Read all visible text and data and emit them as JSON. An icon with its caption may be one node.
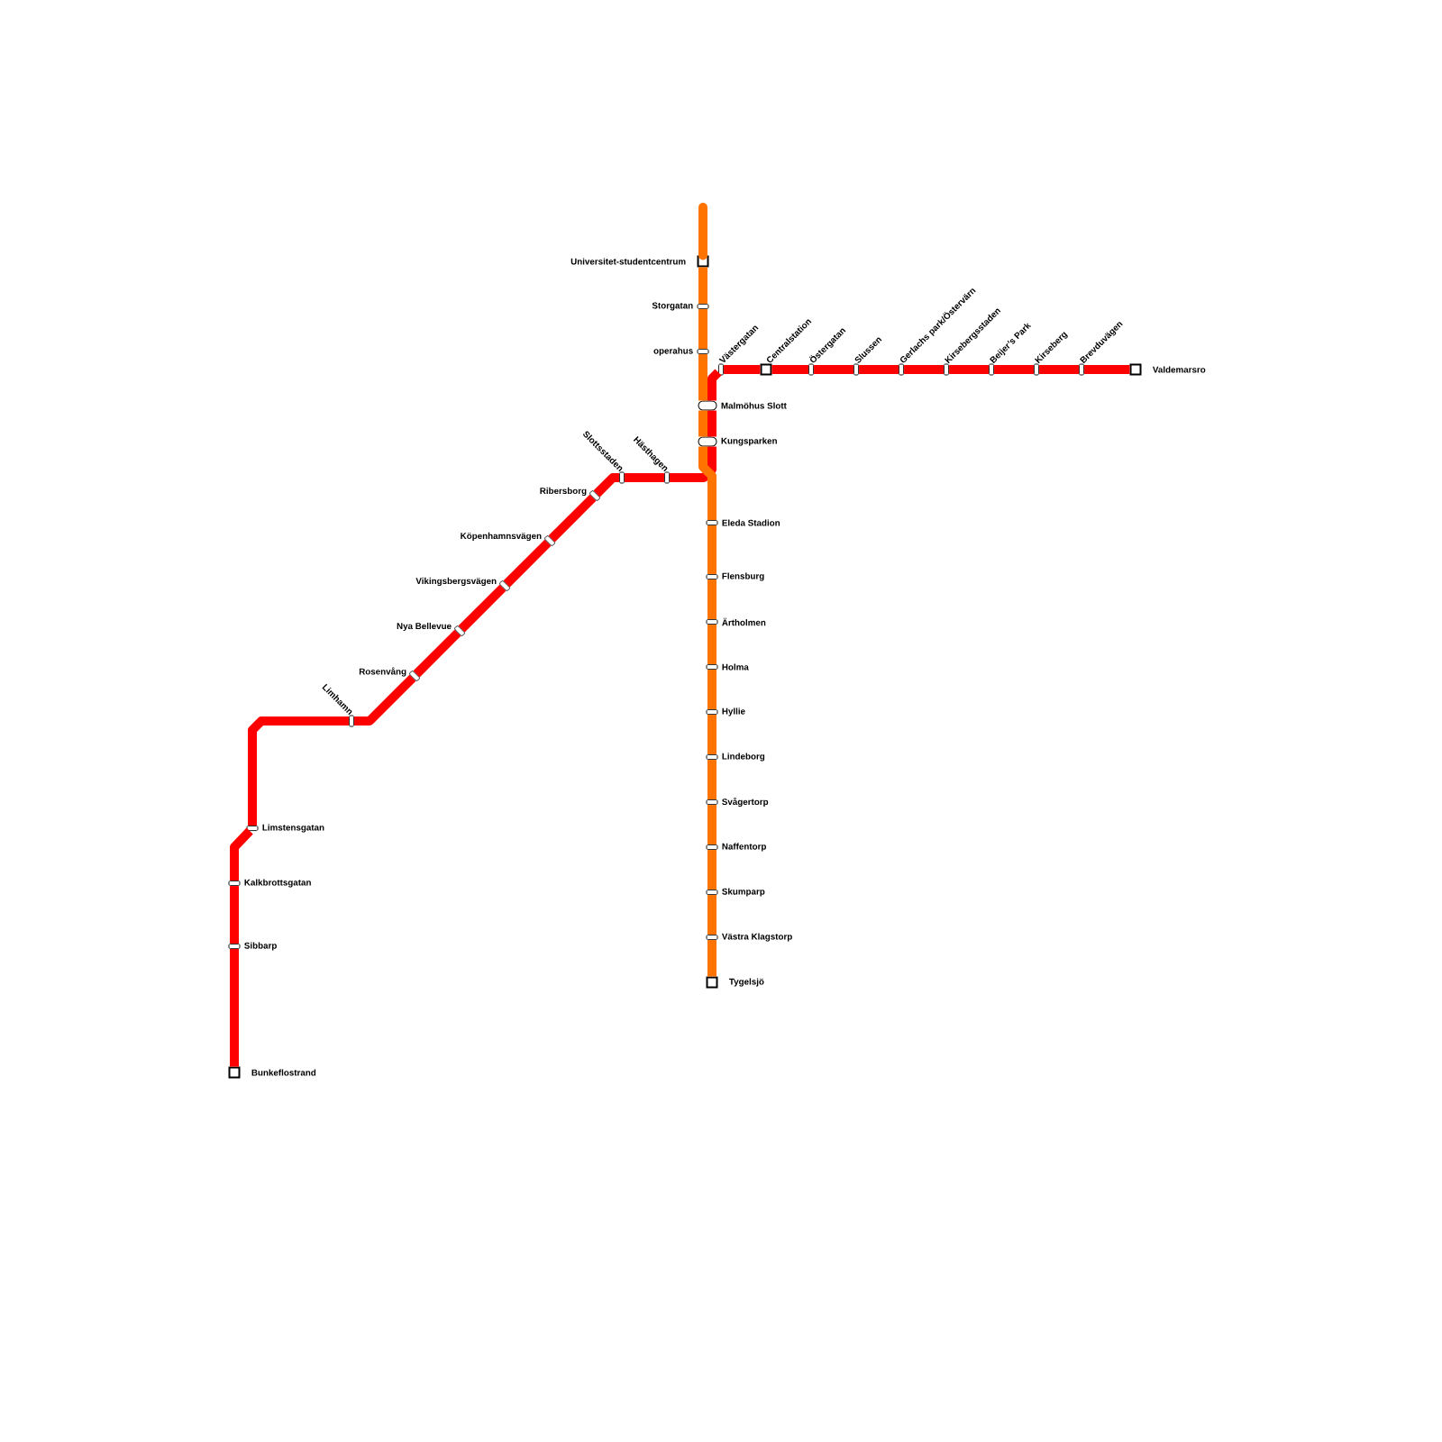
{
  "diagram": {
    "nodes": [
      {
        "text": [],
        "shape": "square",
        "beside": [
          "Universitet-studentcentrum"
        ]
      },
      {
        "text": [],
        "shape": "box",
        "beside": [
          "Storgatan"
        ]
      },
      {
        "text": [],
        "shape": "box",
        "beside": [
          "operahus"
        ]
      },
      {
        "text": [],
        "shape": "box",
        "beside": [
          "Västergatan"
        ]
      },
      {
        "text": [],
        "shape": "square",
        "beside": [
          "Centralstation"
        ]
      },
      {
        "text": [],
        "shape": "box",
        "beside": [
          "Östergatan"
        ]
      },
      {
        "text": [],
        "shape": "box",
        "beside": [
          "Slussen"
        ]
      },
      {
        "text": [],
        "shape": "box",
        "beside": [
          "Gerlachs park/Östervärn"
        ]
      },
      {
        "text": [],
        "shape": "box",
        "beside": [
          "Kirsebergsstaden"
        ]
      },
      {
        "text": [],
        "shape": "box",
        "beside": [
          "Beijer’s Park"
        ]
      },
      {
        "text": [],
        "shape": "box",
        "beside": [
          "Kirseberg"
        ]
      },
      {
        "text": [],
        "shape": "box",
        "beside": [
          "Brevduvägen"
        ]
      },
      {
        "text": [],
        "shape": "square",
        "beside": [
          "Valdemarsro"
        ]
      },
      {
        "text": [],
        "shape": "capsule",
        "beside": [
          "Malmöhus Slott"
        ]
      },
      {
        "text": [],
        "shape": "capsule",
        "beside": [
          "Kungsparken"
        ]
      },
      {
        "text": [],
        "shape": "box",
        "beside": [
          "Slottsstaden"
        ]
      },
      {
        "text": [],
        "shape": "box",
        "beside": [
          "Hästhagen"
        ]
      },
      {
        "text": [],
        "shape": "box",
        "beside": [
          "Ribersborg"
        ]
      },
      {
        "text": [],
        "shape": "box",
        "beside": [
          "Köpenhamnsvägen"
        ]
      },
      {
        "text": [],
        "shape": "box",
        "beside": [
          "Vikingsbergsvägen"
        ]
      },
      {
        "text": [],
        "shape": "box",
        "beside": [
          "Nya Bellevue"
        ]
      },
      {
        "text": [],
        "shape": "box",
        "beside": [
          "Rosenvång"
        ]
      },
      {
        "text": [],
        "shape": "box",
        "beside": [
          "Eleda Stadion"
        ]
      },
      {
        "text": [],
        "shape": "box",
        "beside": [
          "Flensburg"
        ]
      },
      {
        "text": [],
        "shape": "box",
        "beside": [
          "Ärtholmen"
        ]
      },
      {
        "text": [],
        "shape": "box",
        "beside": [
          "Holma"
        ]
      },
      {
        "text": [],
        "shape": "box",
        "beside": [
          "Hyllie"
        ]
      },
      {
        "text": [],
        "shape": "box",
        "beside": [
          "Limhamn"
        ]
      },
      {
        "text": [],
        "shape": "box",
        "beside": [
          "Lindeborg"
        ]
      },
      {
        "text": [],
        "shape": "box",
        "beside": [
          "Svågertorp"
        ]
      },
      {
        "text": [],
        "shape": "box",
        "beside": [
          "Limstensgatan"
        ]
      },
      {
        "text": [],
        "shape": "box",
        "beside": [
          "Naffentorp"
        ]
      },
      {
        "text": [],
        "shape": "box",
        "beside": [
          "Kalkbrottsgatan"
        ]
      },
      {
        "text": [],
        "shape": "box",
        "beside": [
          "Skumparp"
        ]
      },
      {
        "text": [],
        "shape": "box",
        "beside": [
          "Västra Klagstorp"
        ]
      },
      {
        "text": [],
        "shape": "box",
        "beside": [
          "Sibbarp"
        ]
      },
      {
        "text": [],
        "shape": "square",
        "beside": [
          "Tygelsjö"
        ]
      },
      {
        "text": [],
        "shape": "square",
        "beside": [
          "Bunkeflostrand"
        ]
      }
    ],
    "edges": [
      {
        "from": 37,
        "to": 35,
        "arrow": "none"
      },
      {
        "from": 35,
        "to": 32,
        "arrow": "none"
      },
      {
        "from": 32,
        "to": 30,
        "arrow": "none"
      },
      {
        "from": 30,
        "to": 27,
        "arrow": "none"
      },
      {
        "from": 27,
        "to": 21,
        "arrow": "none"
      },
      {
        "from": 21,
        "to": 20,
        "arrow": "none"
      },
      {
        "from": 20,
        "to": 19,
        "arrow": "none"
      },
      {
        "from": 19,
        "to": 18,
        "arrow": "none"
      },
      {
        "from": 18,
        "to": 17,
        "arrow": "none"
      },
      {
        "from": 17,
        "to": 15,
        "arrow": "none"
      },
      {
        "from": 15,
        "to": 16,
        "arrow": "none"
      },
      {
        "from": 16,
        "to": 14,
        "arrow": "none"
      },
      {
        "from": 14,
        "to": 13,
        "arrow": "none"
      },
      {
        "from": 13,
        "to": 3,
        "arrow": "none"
      },
      {
        "from": 3,
        "to": 4,
        "arrow": "none"
      },
      {
        "from": 4,
        "to": 5,
        "arrow": "none"
      },
      {
        "from": 5,
        "to": 6,
        "arrow": "none"
      },
      {
        "from": 6,
        "to": 7,
        "arrow": "none"
      },
      {
        "from": 7,
        "to": 8,
        "arrow": "none"
      },
      {
        "from": 8,
        "to": 9,
        "arrow": "none"
      },
      {
        "from": 9,
        "to": 10,
        "arrow": "none"
      },
      {
        "from": 10,
        "to": 11,
        "arrow": "none"
      },
      {
        "from": 11,
        "to": 12,
        "arrow": "none"
      },
      {
        "from": null,
        "to": 0,
        "arrow": "none",
        "color": "#ff7300"
      },
      {
        "from": 0,
        "to": 1,
        "arrow": "none",
        "color": "#ff7300"
      },
      {
        "from": 1,
        "to": 2,
        "arrow": "none",
        "color": "#ff7300"
      },
      {
        "from": 2,
        "to": 13,
        "arrow": "none",
        "color": "#ff7300"
      },
      {
        "from": 13,
        "to": 14,
        "arrow": "none",
        "color": "#ff7300"
      },
      {
        "from": 14,
        "to": 22,
        "arrow": "none",
        "color": "#ff7300"
      },
      {
        "from": 22,
        "to": 23,
        "arrow": "none",
        "color": "#ff7300"
      },
      {
        "from": 23,
        "to": 24,
        "arrow": "none",
        "color": "#ff7300"
      },
      {
        "from": 24,
        "to": 25,
        "arrow": "none",
        "color": "#ff7300"
      },
      {
        "from": 25,
        "to": 26,
        "arrow": "none",
        "color": "#ff7300"
      },
      {
        "from": 26,
        "to": 28,
        "arrow": "none",
        "color": "#ff7300"
      },
      {
        "from": 28,
        "to": 29,
        "arrow": "none",
        "color": "#ff7300"
      },
      {
        "from": 29,
        "to": 31,
        "arrow": "none",
        "color": "#ff7300"
      },
      {
        "from": 31,
        "to": 33,
        "arrow": "none",
        "color": "#ff7300"
      },
      {
        "from": 33,
        "to": 34,
        "arrow": "none",
        "color": "#ff7300"
      },
      {
        "from": 34,
        "to": 36,
        "arrow": "none",
        "color": "#ff7300"
      }
    ]
  }
}
